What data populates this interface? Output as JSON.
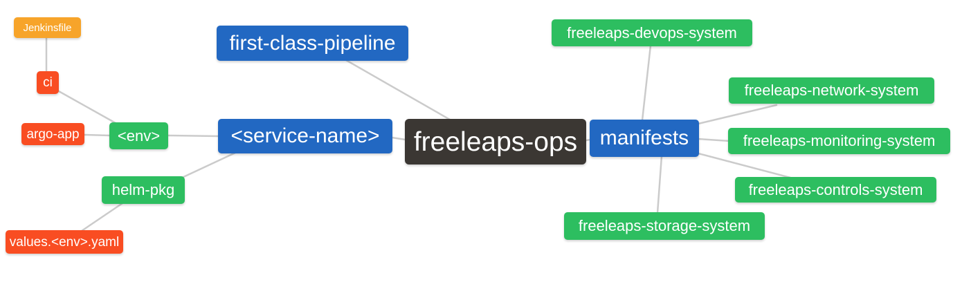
{
  "diagram": {
    "kind": "mindmap",
    "background_color": "#ffffff",
    "edge_color": "#cbcbcb"
  },
  "palette": {
    "root_node": "#3b3733",
    "branch_node": "#2268c2",
    "leaf_node": "#2dbe60",
    "config_node": "#f94d22",
    "file_node": "#f7a42a",
    "node_text": "#ffffff"
  },
  "nodes": {
    "root": {
      "label": "freeleaps-ops",
      "color": "#3b3733"
    },
    "first_class": {
      "label": "first-class-pipeline",
      "color": "#2268c2"
    },
    "service_name": {
      "label": "<service-name>",
      "color": "#2268c2"
    },
    "manifests": {
      "label": "manifests",
      "color": "#2268c2"
    },
    "env": {
      "label": "<env>",
      "color": "#2dbe60"
    },
    "helm_pkg": {
      "label": "helm-pkg",
      "color": "#2dbe60"
    },
    "ci": {
      "label": "ci",
      "color": "#f94d22"
    },
    "argo_app": {
      "label": "argo-app",
      "color": "#f94d22"
    },
    "values_env_yaml": {
      "label": "values.<env>.yaml",
      "color": "#f94d22"
    },
    "jenkinsfile": {
      "label": "Jenkinsfile",
      "color": "#f7a42a"
    },
    "devops_system": {
      "label": "freeleaps-devops-system",
      "color": "#2dbe60"
    },
    "network_system": {
      "label": "freeleaps-network-system",
      "color": "#2dbe60"
    },
    "monitoring_system": {
      "label": "freeleaps-monitoring-system",
      "color": "#2dbe60"
    },
    "controls_system": {
      "label": "freeleaps-controls-system",
      "color": "#2dbe60"
    },
    "storage_system": {
      "label": "freeleaps-storage-system",
      "color": "#2dbe60"
    }
  },
  "edges": [
    {
      "from": "jenkinsfile",
      "to": "ci"
    },
    {
      "from": "ci",
      "to": "env"
    },
    {
      "from": "argo_app",
      "to": "env"
    },
    {
      "from": "env",
      "to": "service_name"
    },
    {
      "from": "service_name",
      "to": "helm_pkg"
    },
    {
      "from": "helm_pkg",
      "to": "values_env_yaml"
    },
    {
      "from": "first_class",
      "to": "root"
    },
    {
      "from": "service_name",
      "to": "root"
    },
    {
      "from": "root",
      "to": "manifests"
    },
    {
      "from": "manifests",
      "to": "devops_system"
    },
    {
      "from": "manifests",
      "to": "network_system"
    },
    {
      "from": "manifests",
      "to": "monitoring_system"
    },
    {
      "from": "manifests",
      "to": "controls_system"
    },
    {
      "from": "manifests",
      "to": "storage_system"
    }
  ]
}
